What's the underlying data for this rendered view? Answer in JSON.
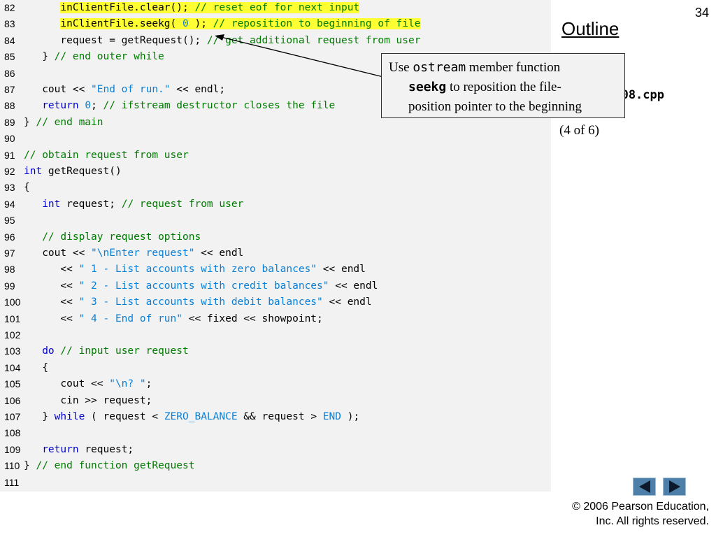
{
  "slide_number": "34",
  "outline": {
    "title": "Outline",
    "file_name": "fig17_08.cpp",
    "page_indicator": "(4 of 6)"
  },
  "callout": {
    "use": "Use ",
    "ostream": "ostream",
    "member_function": " member function",
    "seekg": "seekg",
    "reposition": " to reposition the file-",
    "position_pointer": "position pointer to the beginning"
  },
  "copyright": {
    "line1": "© 2006 Pearson Education,",
    "line2": "Inc.  All rights reserved."
  },
  "nav": {
    "prev_icon": "triangle-left-icon",
    "next_icon": "triangle-right-icon",
    "color": "#4d7fa8"
  },
  "colors": {
    "keyword": "#0000cc",
    "comment": "#007a00",
    "string": "#0a7fd6",
    "highlight": "#ffff33"
  },
  "code_lines": [
    {
      "n": "82",
      "parts": [
        {
          "t": "      "
        },
        {
          "t": "inClientFile.clear(); ",
          "hl": true
        },
        {
          "t": "// reset eof for next input",
          "c": "cm",
          "hl": true
        }
      ]
    },
    {
      "n": "83",
      "parts": [
        {
          "t": "      "
        },
        {
          "t": "inClientFile.seekg( ",
          "hl": true
        },
        {
          "t": "0",
          "c": "num",
          "hl": true
        },
        {
          "t": " ); ",
          "hl": true
        },
        {
          "t": "// reposition to beginning of file",
          "c": "cm",
          "hl": true
        }
      ]
    },
    {
      "n": "84",
      "parts": [
        {
          "t": "      request = getRequest(); "
        },
        {
          "t": "// get additional request from user",
          "c": "cm"
        }
      ]
    },
    {
      "n": "85",
      "parts": [
        {
          "t": "   } "
        },
        {
          "t": "// end outer while",
          "c": "cm"
        }
      ]
    },
    {
      "n": "86",
      "parts": []
    },
    {
      "n": "87",
      "parts": [
        {
          "t": "   cout << "
        },
        {
          "t": "\"End of run.\"",
          "c": "str"
        },
        {
          "t": " << endl;"
        }
      ]
    },
    {
      "n": "88",
      "parts": [
        {
          "t": "   "
        },
        {
          "t": "return",
          "c": "kw"
        },
        {
          "t": " "
        },
        {
          "t": "0",
          "c": "num"
        },
        {
          "t": "; "
        },
        {
          "t": "// ifstream destructor closes the file",
          "c": "cm"
        }
      ]
    },
    {
      "n": "89",
      "parts": [
        {
          "t": "} "
        },
        {
          "t": "// end main",
          "c": "cm"
        }
      ]
    },
    {
      "n": "90",
      "parts": []
    },
    {
      "n": "91",
      "parts": [
        {
          "t": "// obtain request from user",
          "c": "cm"
        }
      ]
    },
    {
      "n": "92",
      "parts": [
        {
          "t": "int",
          "c": "kw"
        },
        {
          "t": " getRequest()"
        }
      ]
    },
    {
      "n": "93",
      "parts": [
        {
          "t": "{"
        }
      ]
    },
    {
      "n": "94",
      "parts": [
        {
          "t": "   "
        },
        {
          "t": "int",
          "c": "kw"
        },
        {
          "t": " request; "
        },
        {
          "t": "// request from user",
          "c": "cm"
        }
      ]
    },
    {
      "n": "95",
      "parts": []
    },
    {
      "n": "96",
      "parts": [
        {
          "t": "   "
        },
        {
          "t": "// display request options",
          "c": "cm"
        }
      ]
    },
    {
      "n": "97",
      "parts": [
        {
          "t": "   cout << "
        },
        {
          "t": "\"\\nEnter request\"",
          "c": "str"
        },
        {
          "t": " << endl"
        }
      ]
    },
    {
      "n": "98",
      "parts": [
        {
          "t": "      << "
        },
        {
          "t": "\" 1 - List accounts with zero balances\"",
          "c": "str"
        },
        {
          "t": " << endl"
        }
      ]
    },
    {
      "n": "99",
      "parts": [
        {
          "t": "      << "
        },
        {
          "t": "\" 2 - List accounts with credit balances\"",
          "c": "str"
        },
        {
          "t": " << endl"
        }
      ]
    },
    {
      "n": "100",
      "parts": [
        {
          "t": "      << "
        },
        {
          "t": "\" 3 - List accounts with debit balances\"",
          "c": "str"
        },
        {
          "t": " << endl"
        }
      ]
    },
    {
      "n": "101",
      "parts": [
        {
          "t": "      << "
        },
        {
          "t": "\" 4 - End of run\"",
          "c": "str"
        },
        {
          "t": " << fixed << showpoint;"
        }
      ]
    },
    {
      "n": "102",
      "parts": []
    },
    {
      "n": "103",
      "parts": [
        {
          "t": "   "
        },
        {
          "t": "do",
          "c": "kw"
        },
        {
          "t": " "
        },
        {
          "t": "// input user request",
          "c": "cm"
        }
      ]
    },
    {
      "n": "104",
      "parts": [
        {
          "t": "   {"
        }
      ]
    },
    {
      "n": "105",
      "parts": [
        {
          "t": "      cout << "
        },
        {
          "t": "\"\\n? \"",
          "c": "str"
        },
        {
          "t": ";"
        }
      ]
    },
    {
      "n": "106",
      "parts": [
        {
          "t": "      cin >> request;"
        }
      ]
    },
    {
      "n": "107",
      "parts": [
        {
          "t": "   } "
        },
        {
          "t": "while",
          "c": "kw"
        },
        {
          "t": " ( request < "
        },
        {
          "t": "ZERO_BALANCE",
          "c": "str"
        },
        {
          "t": " && request > "
        },
        {
          "t": "END",
          "c": "str"
        },
        {
          "t": " );"
        }
      ]
    },
    {
      "n": "108",
      "parts": []
    },
    {
      "n": "109",
      "parts": [
        {
          "t": "   "
        },
        {
          "t": "return",
          "c": "kw"
        },
        {
          "t": " request;"
        }
      ]
    },
    {
      "n": "110",
      "parts": [
        {
          "t": "} "
        },
        {
          "t": "// end function getRequest",
          "c": "cm"
        }
      ]
    },
    {
      "n": "111",
      "parts": []
    }
  ]
}
